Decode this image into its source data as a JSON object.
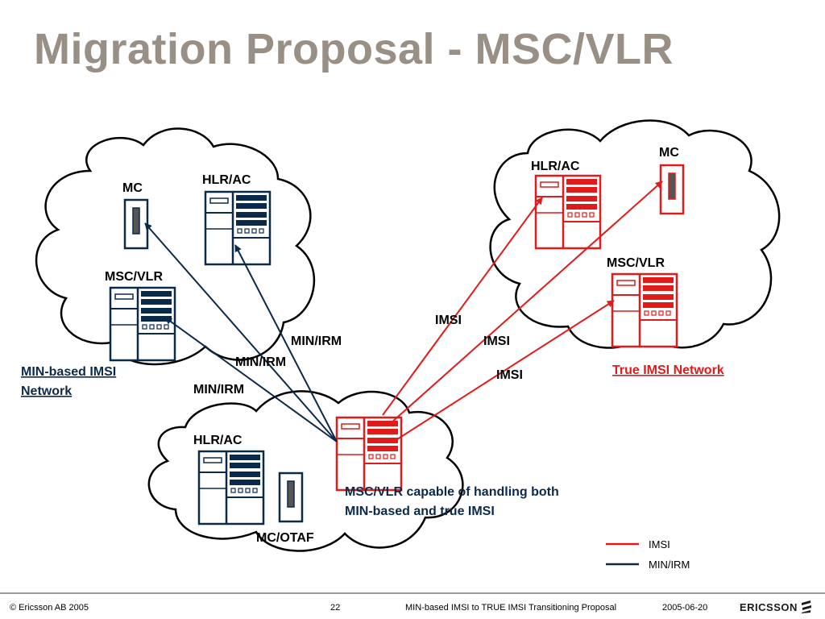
{
  "title": "Migration Proposal - MSC/VLR",
  "colors": {
    "imsi": "#e01b1b",
    "min_irm": "#0b2a4a",
    "title": "#9a8f84"
  },
  "min_network": {
    "label_line1": "MIN-based IMSI",
    "label_line2": "Network",
    "mc": "MC",
    "hlr": "HLR/AC",
    "msc": "MSC/VLR"
  },
  "imsi_network": {
    "label": "True IMSI Network",
    "mc": "MC",
    "hlr": "HLR/AC",
    "msc": "MSC/VLR"
  },
  "home_network": {
    "hlr": "HLR/AC",
    "mc": "MC/OTAF",
    "caption_line1": "MSC/VLR capable of handling both",
    "caption_line2": "MIN-based and true IMSI"
  },
  "links": {
    "min_irm_1": "MIN/IRM",
    "min_irm_2": "MIN/IRM",
    "min_irm_3": "MIN/IRM",
    "imsi_1": "IMSI",
    "imsi_2": "IMSI",
    "imsi_3": "IMSI"
  },
  "legend": {
    "imsi": "IMSI",
    "min_irm": "MIN/IRM"
  },
  "footer": {
    "copyright": "© Ericsson AB 2005",
    "page": "22",
    "doc_title": "MIN-based IMSI to TRUE IMSI Transitioning Proposal",
    "date": "2005-06-20",
    "logo": "ERICSSON"
  }
}
